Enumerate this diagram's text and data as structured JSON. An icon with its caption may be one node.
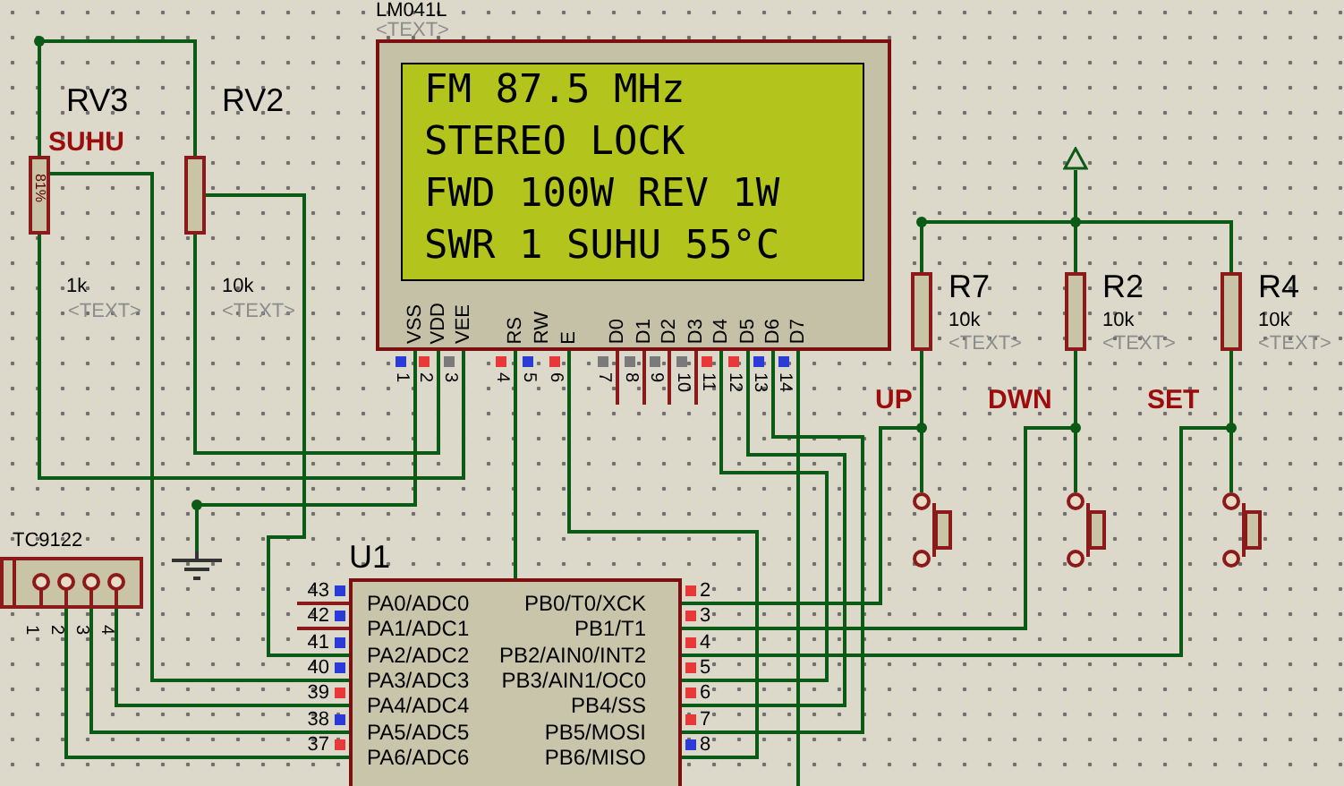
{
  "diagram": {
    "nodes": [
      {
        "text": [
          "VSS",
          "VDD",
          "VEE",
          "RS",
          "RW",
          "E",
          "D0",
          "D1",
          "D2",
          "D3",
          "D4",
          "D5",
          "D6",
          "D7"
        ],
        "beside": [
          "LM041L",
          "<TEXT>",
          "1",
          "2",
          "3",
          "4",
          "5",
          "6",
          "7",
          "8",
          "9",
          "10",
          "11",
          "12",
          "13",
          "14"
        ]
      },
      {
        "text": [
          "FM 87.5 MHz",
          "STEREO LOCK",
          "FWD 100W REV 1W",
          "SWR 1 SUHU 55°C"
        ],
        "in": 0
      },
      {
        "text": [],
        "shape": "potentiometer",
        "beside": [
          "RV3",
          "1k",
          "<TEXT>"
        ]
      },
      {
        "text": [],
        "shape": "potentiometer",
        "beside": [
          "RV2",
          "10k",
          "<TEXT>"
        ]
      },
      {
        "text": [],
        "shape": "resistor",
        "beside": [
          "R7",
          "10k",
          "<TEXT>"
        ]
      },
      {
        "text": [],
        "shape": "resistor",
        "beside": [
          "R2",
          "10k",
          "<TEXT>"
        ]
      },
      {
        "text": [],
        "shape": "resistor",
        "beside": [
          "R4",
          "10k",
          "<TEXT>"
        ]
      },
      {
        "text": [],
        "shape": "switch"
      },
      {
        "text": [],
        "shape": "switch"
      },
      {
        "text": [],
        "shape": "switch"
      },
      {
        "text": [],
        "shape": "triangle"
      },
      {
        "text": [],
        "shape": "ground"
      },
      {
        "text": [],
        "shape": "connector",
        "beside": [
          "TC9122",
          "1",
          "2",
          "3",
          "4"
        ]
      },
      {
        "text": [
          "PA0/ADC0",
          "PA1/ADC1",
          "PA2/ADC2",
          "PA3/ADC3",
          "PA4/ADC4",
          "PA5/ADC5",
          "PA6/ADC6",
          "PB0/T0/XCK",
          "PB1/T1",
          "PB2/AIN0/INT2",
          "PB3/AIN1/OC0",
          "PB4/SS",
          "PB5/MOSI",
          "PB6/MISO"
        ],
        "beside": [
          "U1",
          "43",
          "42",
          "41",
          "40",
          "39",
          "38",
          "37",
          "2",
          "3",
          "4",
          "5",
          "6",
          "7",
          "8"
        ]
      }
    ],
    "edges": [
      {
        "from": 10,
        "to": 5,
        "arrow": "none"
      },
      {
        "from": 10,
        "to": 4,
        "arrow": "none"
      },
      {
        "from": 10,
        "to": 6,
        "arrow": "none"
      },
      {
        "from": 4,
        "to": 7,
        "arrow": "none"
      },
      {
        "from": 5,
        "to": 8,
        "arrow": "none"
      },
      {
        "from": 6,
        "to": 9,
        "arrow": "none"
      },
      {
        "from": 4,
        "to": 13,
        "arrow": "none"
      },
      {
        "from": 5,
        "to": 13,
        "arrow": "none"
      },
      {
        "from": 6,
        "to": 13,
        "arrow": "none"
      },
      {
        "from": 2,
        "to": 13,
        "arrow": "none"
      },
      {
        "from": 3,
        "to": 13,
        "arrow": "none"
      },
      {
        "from": 12,
        "to": 13,
        "arrow": "none"
      },
      {
        "from": 12,
        "to": 13,
        "arrow": "none"
      },
      {
        "from": 12,
        "to": 13,
        "arrow": "none"
      },
      {
        "from": 0,
        "to": 13,
        "arrow": "none"
      },
      {
        "from": 0,
        "to": 13,
        "arrow": "none"
      },
      {
        "from": 0,
        "to": 13,
        "arrow": "none"
      },
      {
        "from": 0,
        "to": 13,
        "arrow": "none"
      },
      {
        "from": 0,
        "to": 13,
        "arrow": "none"
      },
      {
        "from": 0,
        "to": null,
        "arrow": "none"
      },
      {
        "from": 0,
        "to": 11,
        "arrow": "none"
      },
      {
        "from": 0,
        "to": 3,
        "arrow": "none"
      },
      {
        "from": 0,
        "to": 2,
        "arrow": "none"
      },
      {
        "from": 2,
        "to": 3,
        "arrow": "none"
      }
    ],
    "labels": [
      "SUHU",
      "81%",
      "UP",
      "DWN",
      "SET"
    ]
  }
}
